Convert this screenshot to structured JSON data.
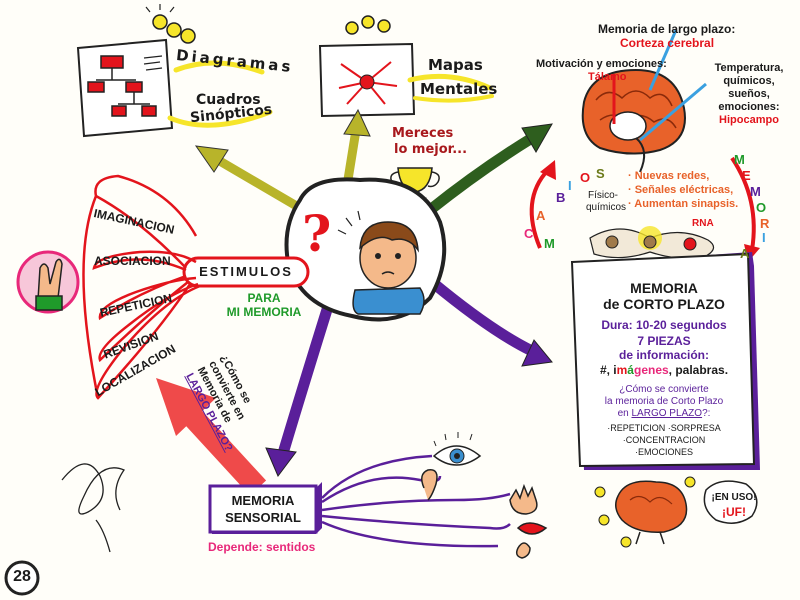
{
  "colors": {
    "purple": "#5a1f9a",
    "red": "#e3141c",
    "green": "#1f9a2a",
    "yellow": "#f6e52a",
    "orange": "#e8622a",
    "pink": "#e8287a",
    "olive": "#6b7a1a",
    "dark_green": "#2e5e1e"
  },
  "top": {
    "diagramas": "Diagramas",
    "cuadros": "Cuadros",
    "sinopticos": "Sinópticos",
    "mapas": "Mapas",
    "mentales": "Mentales",
    "mereces_1": "Mereces",
    "mereces_2": "lo mejor..."
  },
  "brain": {
    "largo_plazo": "Memoria de largo plazo:",
    "corteza": "Corteza cerebral",
    "motivacion": "Motivación y emociones:",
    "talamo": "Tálamo",
    "temp_1": "Temperatura,",
    "temp_2": "químicos,",
    "temp_3": "sueños,",
    "temp_4": "emociones:",
    "hipocampo": "Hipocampo",
    "nuevas": "· Nuevas redes,",
    "senales": "· Señales eléctricas,",
    "aumentan": "· Aumentan sinapsis.",
    "fisico_1": "Físico-",
    "fisico_2": "químicos",
    "rna": "RNA",
    "cambios_letters": [
      "C",
      "A",
      "M",
      "B",
      "I",
      "O",
      "S"
    ],
    "memoria_letters": [
      "M",
      "E",
      "M",
      "O",
      "R",
      "I",
      "A"
    ]
  },
  "center": {
    "question_mark": "?",
    "estimulos": "ESTIMULOS",
    "para": "PARA",
    "mi_memoria": "MI MEMORIA"
  },
  "left": {
    "branches": [
      "IMAGINACION",
      "ASOCIACION",
      "REPETICION",
      "REVISION",
      "LOCALIZACION"
    ],
    "question_1": "¿Cómo se",
    "question_2": "convierte en",
    "question_3": "Memoria de",
    "question_4": "LARGO PLAZO?"
  },
  "corto_plazo": {
    "title_1": "MEMORIA",
    "title_2": "de CORTO PLAZO",
    "dura": "Dura: 10-20 segundos",
    "piezas": "7 PIEZAS",
    "de_info": "de información:",
    "items_a": "#, i",
    "items_m": "m",
    "items_a2": "á",
    "items_g": "genes",
    "items_rest": ", palabras.",
    "q1": "¿Cómo se convierte",
    "q2": "la memoria de Corto Plazo",
    "q3_en": "en ",
    "q3_link": "LARGO PLAZO",
    "q3_end": "?:",
    "l1": "·REPETICION  ·SORPRESA",
    "l2": "·CONCENTRACION",
    "l3": "·EMOCIONES"
  },
  "sensorial": {
    "title_1": "MEMORIA",
    "title_2": "SENSORIAL",
    "depende": "Depende: sentidos"
  },
  "uf": {
    "en_uso": "¡EN USO!",
    "uf": "¡UF!"
  },
  "page_number": "28"
}
